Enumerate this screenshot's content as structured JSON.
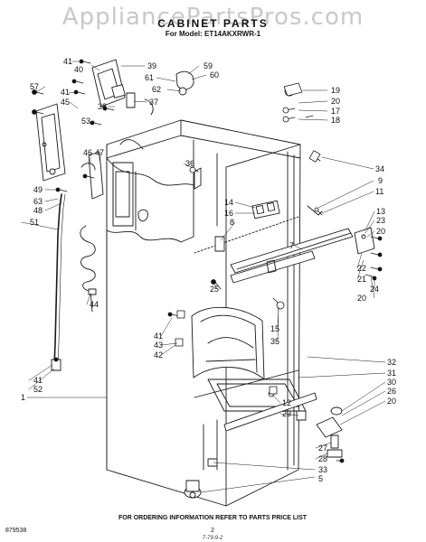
{
  "watermark": "AppliancePartsPros.com",
  "title": "CABINET PARTS",
  "model": "For Model: ET14AKXRWR-1",
  "footer": {
    "ordering_note": "FOR ORDERING INFORMATION REFER TO PARTS PRICE LIST",
    "catalog_number": "879538",
    "page_number": "2",
    "revision_mark": "7-79-9-2"
  },
  "callouts": [
    "41",
    "40",
    "39",
    "59",
    "57",
    "61",
    "60",
    "41",
    "62",
    "45",
    "38",
    "37",
    "19",
    "20",
    "17",
    "18",
    "53",
    "36",
    "46",
    "47",
    "34",
    "9",
    "11",
    "49",
    "63",
    "48",
    "14",
    "16",
    "51",
    "8",
    "13",
    "23",
    "7",
    "20",
    "22",
    "21",
    "25",
    "24",
    "20",
    "44",
    "41",
    "15",
    "43",
    "35",
    "42",
    "32",
    "41",
    "31",
    "52",
    "30",
    "26",
    "1",
    "12",
    "20",
    "29",
    "27",
    "28",
    "33",
    "5"
  ]
}
